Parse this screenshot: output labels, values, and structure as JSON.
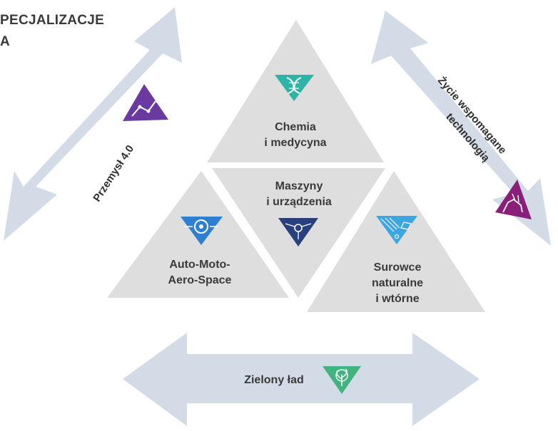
{
  "header": {
    "line1": "PECJALIZACJE",
    "line2": "A"
  },
  "sectors": {
    "top": {
      "line1": "Chemia",
      "line2": "i medycyna",
      "icon": "dna-icon",
      "color": "#2fb3a6"
    },
    "center": {
      "line1": "Maszyny",
      "line2": "i urządzenia",
      "icon": "circuit-icon",
      "color": "#27407f"
    },
    "left": {
      "line1": "Auto-Moto-",
      "line2": "Aero-Space",
      "icon": "wheel-icon",
      "color": "#2e7fd0"
    },
    "right": {
      "line1": "Surowce",
      "line2": "naturalne",
      "line3": "i wtórne",
      "icon": "minerals-icon",
      "color": "#3aa7e0"
    }
  },
  "axes": {
    "left": {
      "label": "Przemysł 4.0",
      "icon": "robot-arm-icon",
      "color": "#6b3aa0"
    },
    "right": {
      "line1": "Życie wspomagane",
      "line2": "technologią",
      "icon": "robotic-hand-icon",
      "color": "#8a1f7a"
    },
    "bottom": {
      "label": "Zielony ład",
      "icon": "plant-icon",
      "color": "#3fb47e"
    }
  },
  "colors": {
    "arrow": "#d3dbe6",
    "triangle": "#dedede"
  }
}
